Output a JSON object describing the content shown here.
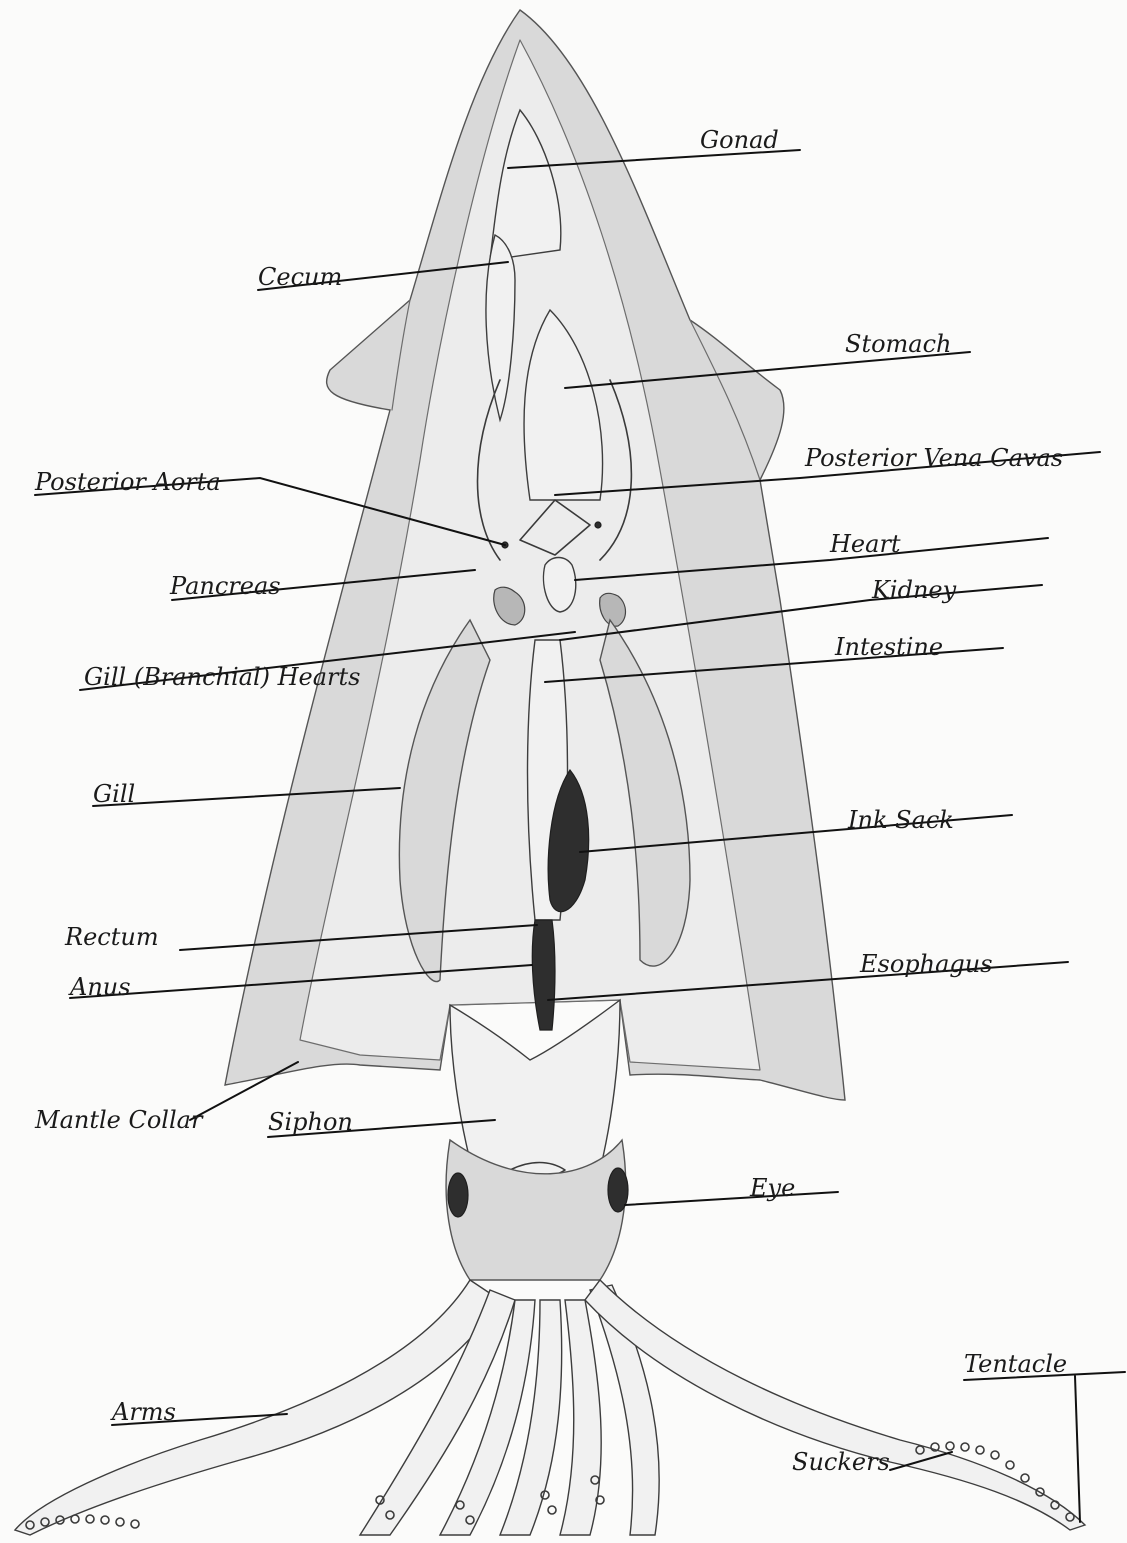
{
  "labels": {
    "gonad": "Gonad",
    "cecum": "Cecum",
    "stomach": "Stomach",
    "posterior_vena_cavas": "Posterior Vena Cavas",
    "posterior_aorta": "Posterior Aorta",
    "heart": "Heart",
    "pancreas": "Pancreas",
    "kidney": "Kidney",
    "gill_hearts": "Gill (Branchial) Hearts",
    "intestine": "Intestine",
    "gill": "Gill",
    "ink_sack": "Ink Sack",
    "rectum": "Rectum",
    "esophagus": "Esophagus",
    "anus": "Anus",
    "mantle_collar": "Mantle Collar",
    "siphon": "Siphon",
    "eye": "Eye",
    "tentacle": "Tentacle",
    "arms": "Arms",
    "suckers": "Suckers"
  },
  "colors": {
    "paper": "#fbfbfa",
    "pencil": "#3a3a3a",
    "label_ink": "#1a1a1a"
  }
}
